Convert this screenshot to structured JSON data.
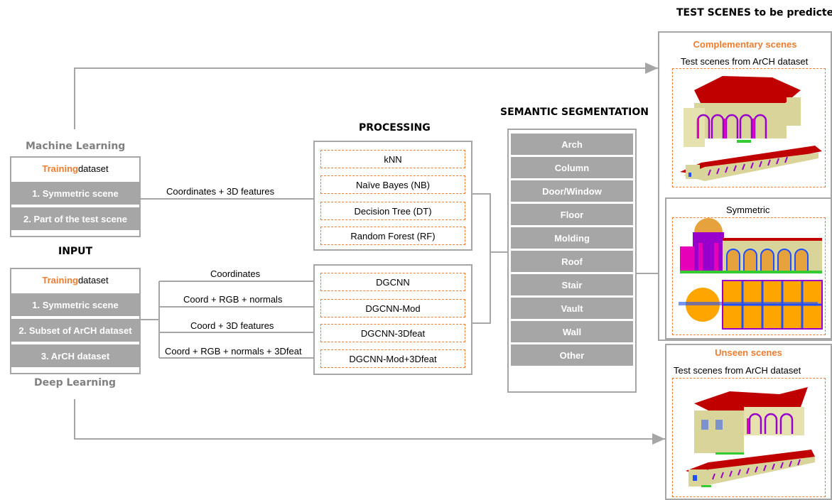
{
  "headers": {
    "test_scenes": "TEST SCENES to be predicted",
    "semantic_segmentation": "SEMANTIC SEGMENTATION",
    "processing": "PROCESSING",
    "machine_learning": "Machine Learning",
    "input": "INPUT",
    "deep_learning": "Deep Learning"
  },
  "ml_panel": {
    "training_word": "Training",
    "dataset_word": " dataset",
    "items": [
      "1. Symmetric scene",
      "2. Part of the test scene"
    ]
  },
  "dl_panel": {
    "training_word": "Training",
    "dataset_word": " dataset",
    "items": [
      "1. Symmetric scene",
      "2. Subset of ArCH dataset",
      "3. ArCH dataset"
    ]
  },
  "ml_methods": [
    "kNN",
    "Naïve Bayes (NB)",
    "Decision Tree (DT)",
    "Random Forest (RF)"
  ],
  "dl_methods": [
    "DGCNN",
    "DGCNN-Mod",
    "DGCNN-3Dfeat",
    "DGCNN-Mod+3Dfeat"
  ],
  "connector_labels": {
    "ml": "Coordinates + 3D features",
    "dl": [
      "Coordinates",
      "Coord + RGB + normals",
      "Coord + 3D features",
      "Coord + RGB + normals + 3Dfeat"
    ]
  },
  "classes": [
    "Arch",
    "Column",
    "Door/Window",
    "Floor",
    "Molding",
    "Roof",
    "Stair",
    "Vault",
    "Wall",
    "Other"
  ],
  "test_panels": {
    "complementary": {
      "title": "Complementary scenes",
      "caption": "Test scenes from ArCH dataset"
    },
    "symmetric": {
      "caption": "Symmetric"
    },
    "unseen": {
      "title": "Unseen scenes",
      "caption": "Test scenes from ArCH dataset"
    }
  },
  "colors": {
    "gray": "#a6a6a6",
    "orange": "#ed7d31",
    "roof_red": "#c00000",
    "wall_beige": "#d9d59a",
    "vault_orange": "#ffa500",
    "arch_purple": "#9900cc",
    "column_magenta": "#e600b8",
    "floor_green": "#33cc33",
    "stair_blue": "#1f4fff"
  }
}
